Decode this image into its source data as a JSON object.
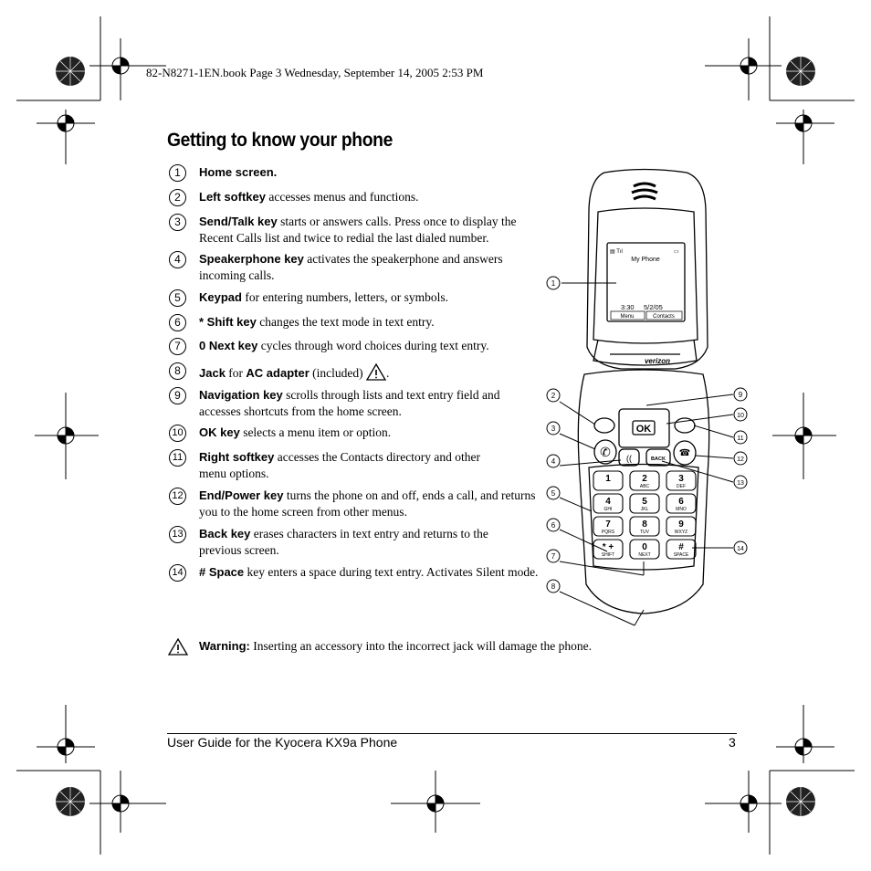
{
  "header": {
    "file_line": "82-N8271-1EN.book  Page 3  Wednesday, September 14, 2005  2:53 PM"
  },
  "title": "Getting to know your phone",
  "items": [
    {
      "num": "1",
      "label": "Home screen.",
      "desc": ""
    },
    {
      "num": "2",
      "label": "Left softkey",
      "desc": " accesses menus and functions."
    },
    {
      "num": "3",
      "label": "Send/Talk key",
      "desc": " starts or answers calls. Press once to display the Recent Calls list and twice to redial the last dialed number."
    },
    {
      "num": "4",
      "label": "Speakerphone key",
      "desc": " activates the speakerphone and answers incoming calls."
    },
    {
      "num": "5",
      "label": "Keypad",
      "desc": " for entering numbers, letters, or symbols."
    },
    {
      "num": "6",
      "label": "* Shift key",
      "desc": " changes the text mode in text entry."
    },
    {
      "num": "7",
      "label": "0 Next key",
      "desc": " cycles through word choices during text entry."
    },
    {
      "num": "8",
      "label": "Jack",
      "desc": " for ",
      "label2": "AC adapter",
      "desc2": " (included)",
      "tail": "."
    },
    {
      "num": "9",
      "label": "Navigation key",
      "desc": " scrolls through lists and text entry field and accesses shortcuts from the home screen."
    },
    {
      "num": "10",
      "label": "OK key",
      "desc": " selects a menu item or option."
    },
    {
      "num": "11",
      "label": "Right softkey",
      "desc": " accesses the Contacts directory and other menu options."
    },
    {
      "num": "12",
      "label": "End/Power key",
      "desc": " turns the phone on and off, ends a call, and returns you to the home screen from other menus."
    },
    {
      "num": "13",
      "label": "Back key",
      "desc": " erases characters in text entry and returns to the previous screen."
    },
    {
      "num": "14",
      "label": "# Space",
      "desc": " key enters a space during text entry. Activates Silent mode."
    }
  ],
  "warning": {
    "label": "Warning:",
    "text": " Inserting an accessory into the incorrect jack will damage the phone."
  },
  "phone": {
    "screen_title": "My Phone",
    "screen_time": "3:30",
    "screen_date": "5/2/05",
    "softkey_left": "Menu",
    "softkey_right": "Contacts",
    "brand": "verizon",
    "ok_label": "OK",
    "back_label": "BACK",
    "keys": [
      {
        "digit": "1",
        "letters": ""
      },
      {
        "digit": "2",
        "letters": "ABC"
      },
      {
        "digit": "3",
        "letters": "DEF"
      },
      {
        "digit": "4",
        "letters": "GHI"
      },
      {
        "digit": "5",
        "letters": "JKL"
      },
      {
        "digit": "6",
        "letters": "MNO"
      },
      {
        "digit": "7",
        "letters": "PQRS"
      },
      {
        "digit": "8",
        "letters": "TUV"
      },
      {
        "digit": "9",
        "letters": "WXYZ"
      },
      {
        "digit": "* +",
        "letters": "SHIFT"
      },
      {
        "digit": "0",
        "letters": "NEXT"
      },
      {
        "digit": "#",
        "letters": "SPACE"
      }
    ],
    "callouts": [
      "1",
      "2",
      "3",
      "4",
      "5",
      "6",
      "7",
      "8",
      "9",
      "10",
      "11",
      "12",
      "13",
      "14"
    ]
  },
  "footer": {
    "guide": "User Guide for the Kyocera KX9a Phone",
    "page": "3"
  }
}
